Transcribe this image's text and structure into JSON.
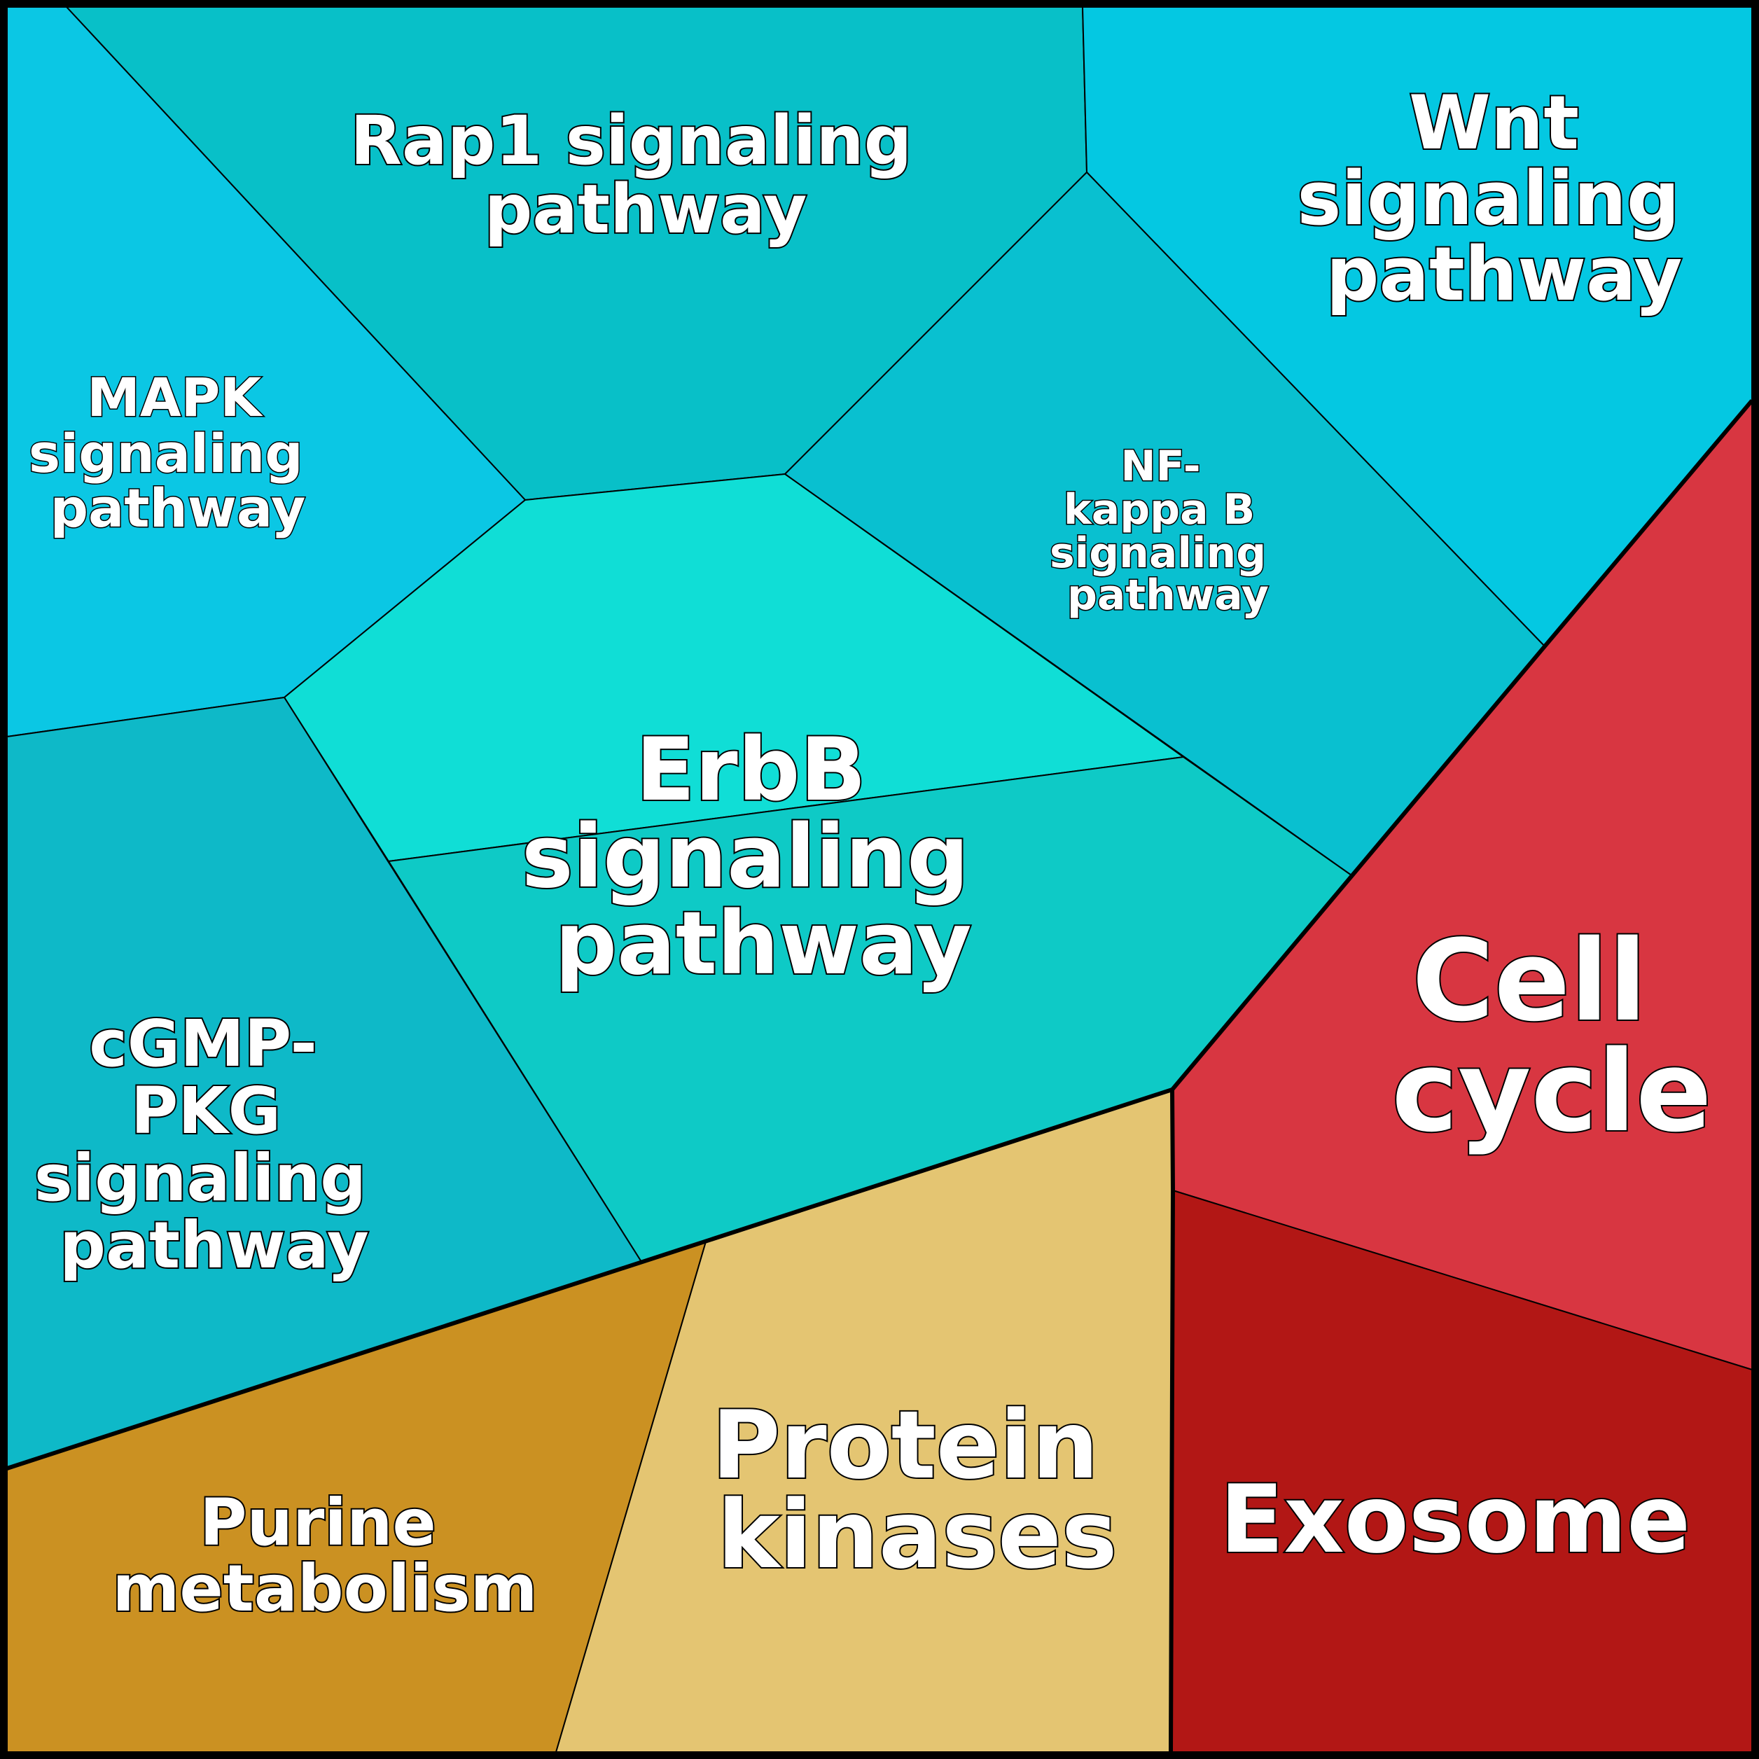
{
  "diagram": {
    "type": "voronoi-treemap",
    "border_color": "#000000",
    "cells": [
      {
        "id": "rap1",
        "label_lines": [
          "Rap1 signaling",
          "pathway"
        ],
        "color": "#08C0C8"
      },
      {
        "id": "wnt",
        "label_lines": [
          "Wnt",
          "signaling",
          "pathway"
        ],
        "color": "#04C8E2"
      },
      {
        "id": "mapk",
        "label_lines": [
          "MAPK",
          "signaling",
          "pathway"
        ],
        "color": "#0BC7E4"
      },
      {
        "id": "nfkb",
        "label_lines": [
          "NF-",
          "kappa B",
          "signaling",
          "pathway"
        ],
        "color": "#09C0D0"
      },
      {
        "id": "erbb",
        "label_lines": [
          "ErbB",
          "signaling",
          "pathway"
        ],
        "color": "#10DED6",
        "color_lower": "#0ECAC6"
      },
      {
        "id": "cgmp",
        "label_lines": [
          "cGMP-",
          "PKG",
          "signaling",
          "pathway"
        ],
        "color": "#0EB9C8"
      },
      {
        "id": "cellcycle",
        "label_lines": [
          "Cell",
          "cycle"
        ],
        "color": "#D83641"
      },
      {
        "id": "exosome",
        "label_lines": [
          "Exosome"
        ],
        "color": "#B21715"
      },
      {
        "id": "protein-kinases",
        "label_lines": [
          "Protein",
          "kinases"
        ],
        "color": "#E4C572"
      },
      {
        "id": "purine",
        "label_lines": [
          "Purine",
          "metabolism"
        ],
        "color": "#CB9122"
      }
    ]
  }
}
